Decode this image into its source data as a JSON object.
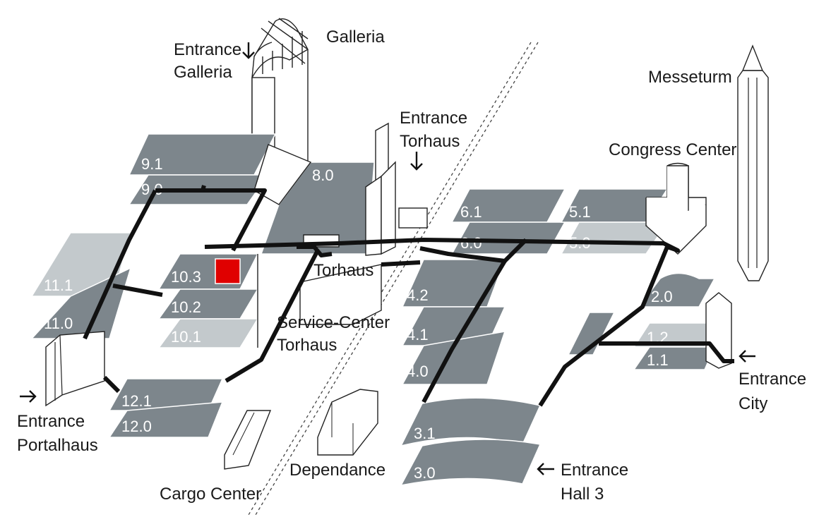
{
  "map": {
    "marker_color": "#e00000",
    "hall_color_dark": "#7d868c",
    "hall_color_light": "#c3c9cc"
  },
  "labels": {
    "galleria": "Galleria",
    "entrance_galleria_1": "Entrance",
    "entrance_galleria_2": "Galleria",
    "entrance_torhaus_1": "Entrance",
    "entrance_torhaus_2": "Torhaus",
    "messeturm": "Messeturm",
    "congress_center": "Congress Center",
    "torhaus": "Torhaus",
    "service_center_1": "Service-Center",
    "service_center_2": "Torhaus",
    "entrance_portalhaus_1": "Entrance",
    "entrance_portalhaus_2": "Portalhaus",
    "entrance_city_1": "Entrance",
    "entrance_city_2": "City",
    "entrance_hall3_1": "Entrance",
    "entrance_hall3_2": "Hall 3",
    "cargo_center": "Cargo Center",
    "dependance": "Dependance"
  },
  "halls": {
    "h9_1": "9.1",
    "h9_0": "9.0",
    "h8_0": "8.0",
    "h11_1": "11.1",
    "h11_0": "11.0",
    "h10_3": "10.3",
    "h10_2": "10.2",
    "h10_1": "10.1",
    "h12_1": "12.1",
    "h12_0": "12.0",
    "h6_1": "6.1",
    "h6_0": "6.0",
    "h5_1": "5.1",
    "h5_0": "5.0",
    "h4_2": "4.2",
    "h4_1": "4.1",
    "h4_0": "4.0",
    "h3_1": "3.1",
    "h3_0": "3.0",
    "h2_0": "2.0",
    "h1_2": "1.2",
    "h1_1": "1.1"
  },
  "icons": {
    "entrance_arrow": "arrow-icon",
    "location_marker": "location-marker-icon"
  }
}
